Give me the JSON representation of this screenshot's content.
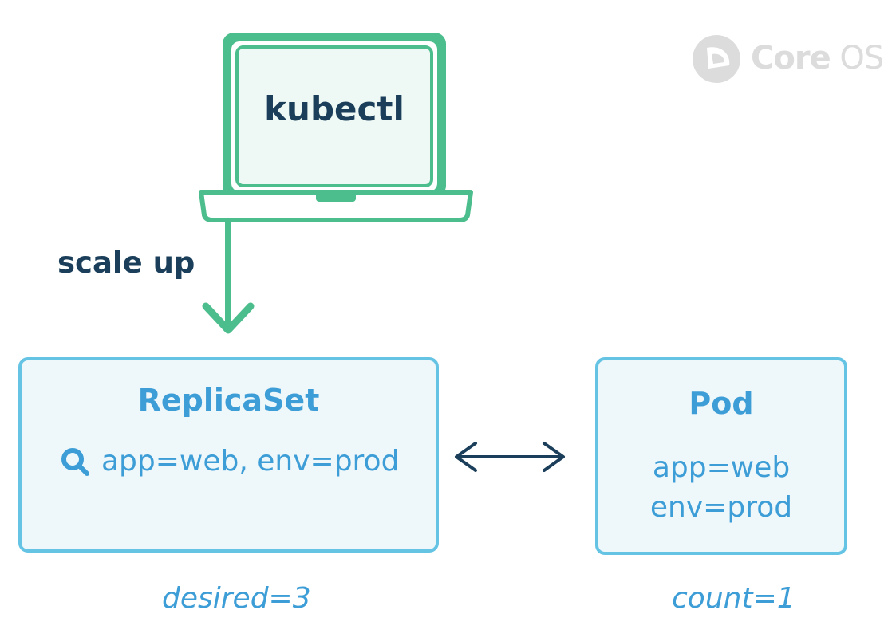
{
  "brand": {
    "logo_text_bold": "Core",
    "logo_text_light": "OS"
  },
  "client": {
    "label": "kubectl",
    "icon": "laptop-icon"
  },
  "action": {
    "label": "scale up",
    "icon": "arrow-down-icon"
  },
  "replicaset": {
    "title": "ReplicaSet",
    "selector_icon": "search-icon",
    "selector": "app=web, env=prod",
    "caption": "desired=3"
  },
  "pod": {
    "title": "Pod",
    "labels": [
      "app=web",
      "env=prod"
    ],
    "caption": "count=1"
  },
  "connector": {
    "icon": "bidirectional-arrow-icon"
  },
  "colors": {
    "green": "#4cbd8c",
    "navy": "#1b3f5a",
    "blue_text": "#3d9dd6",
    "box_border": "#65c3e4",
    "box_fill": "#eef7fa",
    "logo_gray": "#dcdcdc"
  }
}
